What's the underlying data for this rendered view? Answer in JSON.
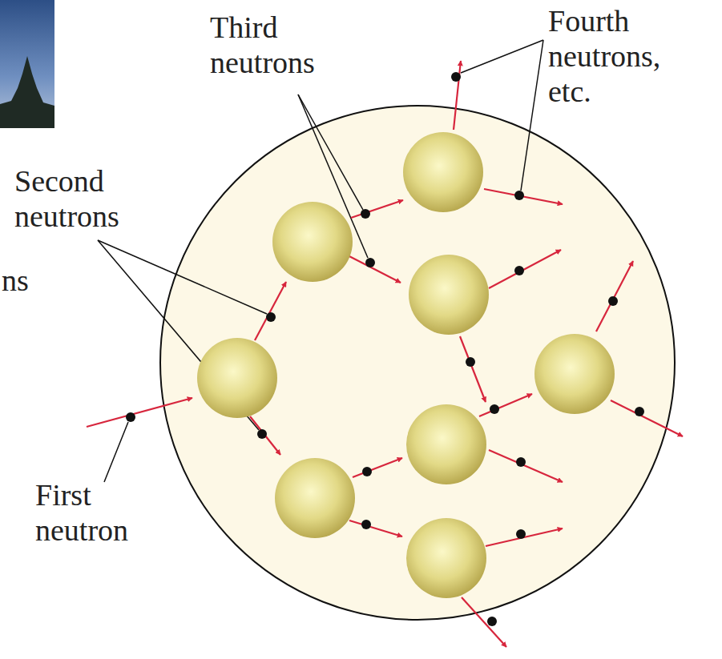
{
  "diagram": {
    "labels": [
      "Third neutrons",
      "Fourth neutrons, etc.",
      "Second neutrons",
      "First neutron",
      "ns"
    ]
  }
}
